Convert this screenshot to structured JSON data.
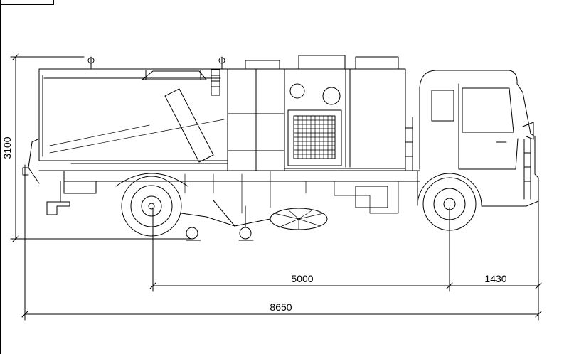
{
  "dimensions": {
    "height": "3100",
    "wheelbase": "5000",
    "front_overhang": "1430",
    "overall_length": "8650"
  },
  "colors": {
    "line": "#000000",
    "background": "#ffffff"
  }
}
